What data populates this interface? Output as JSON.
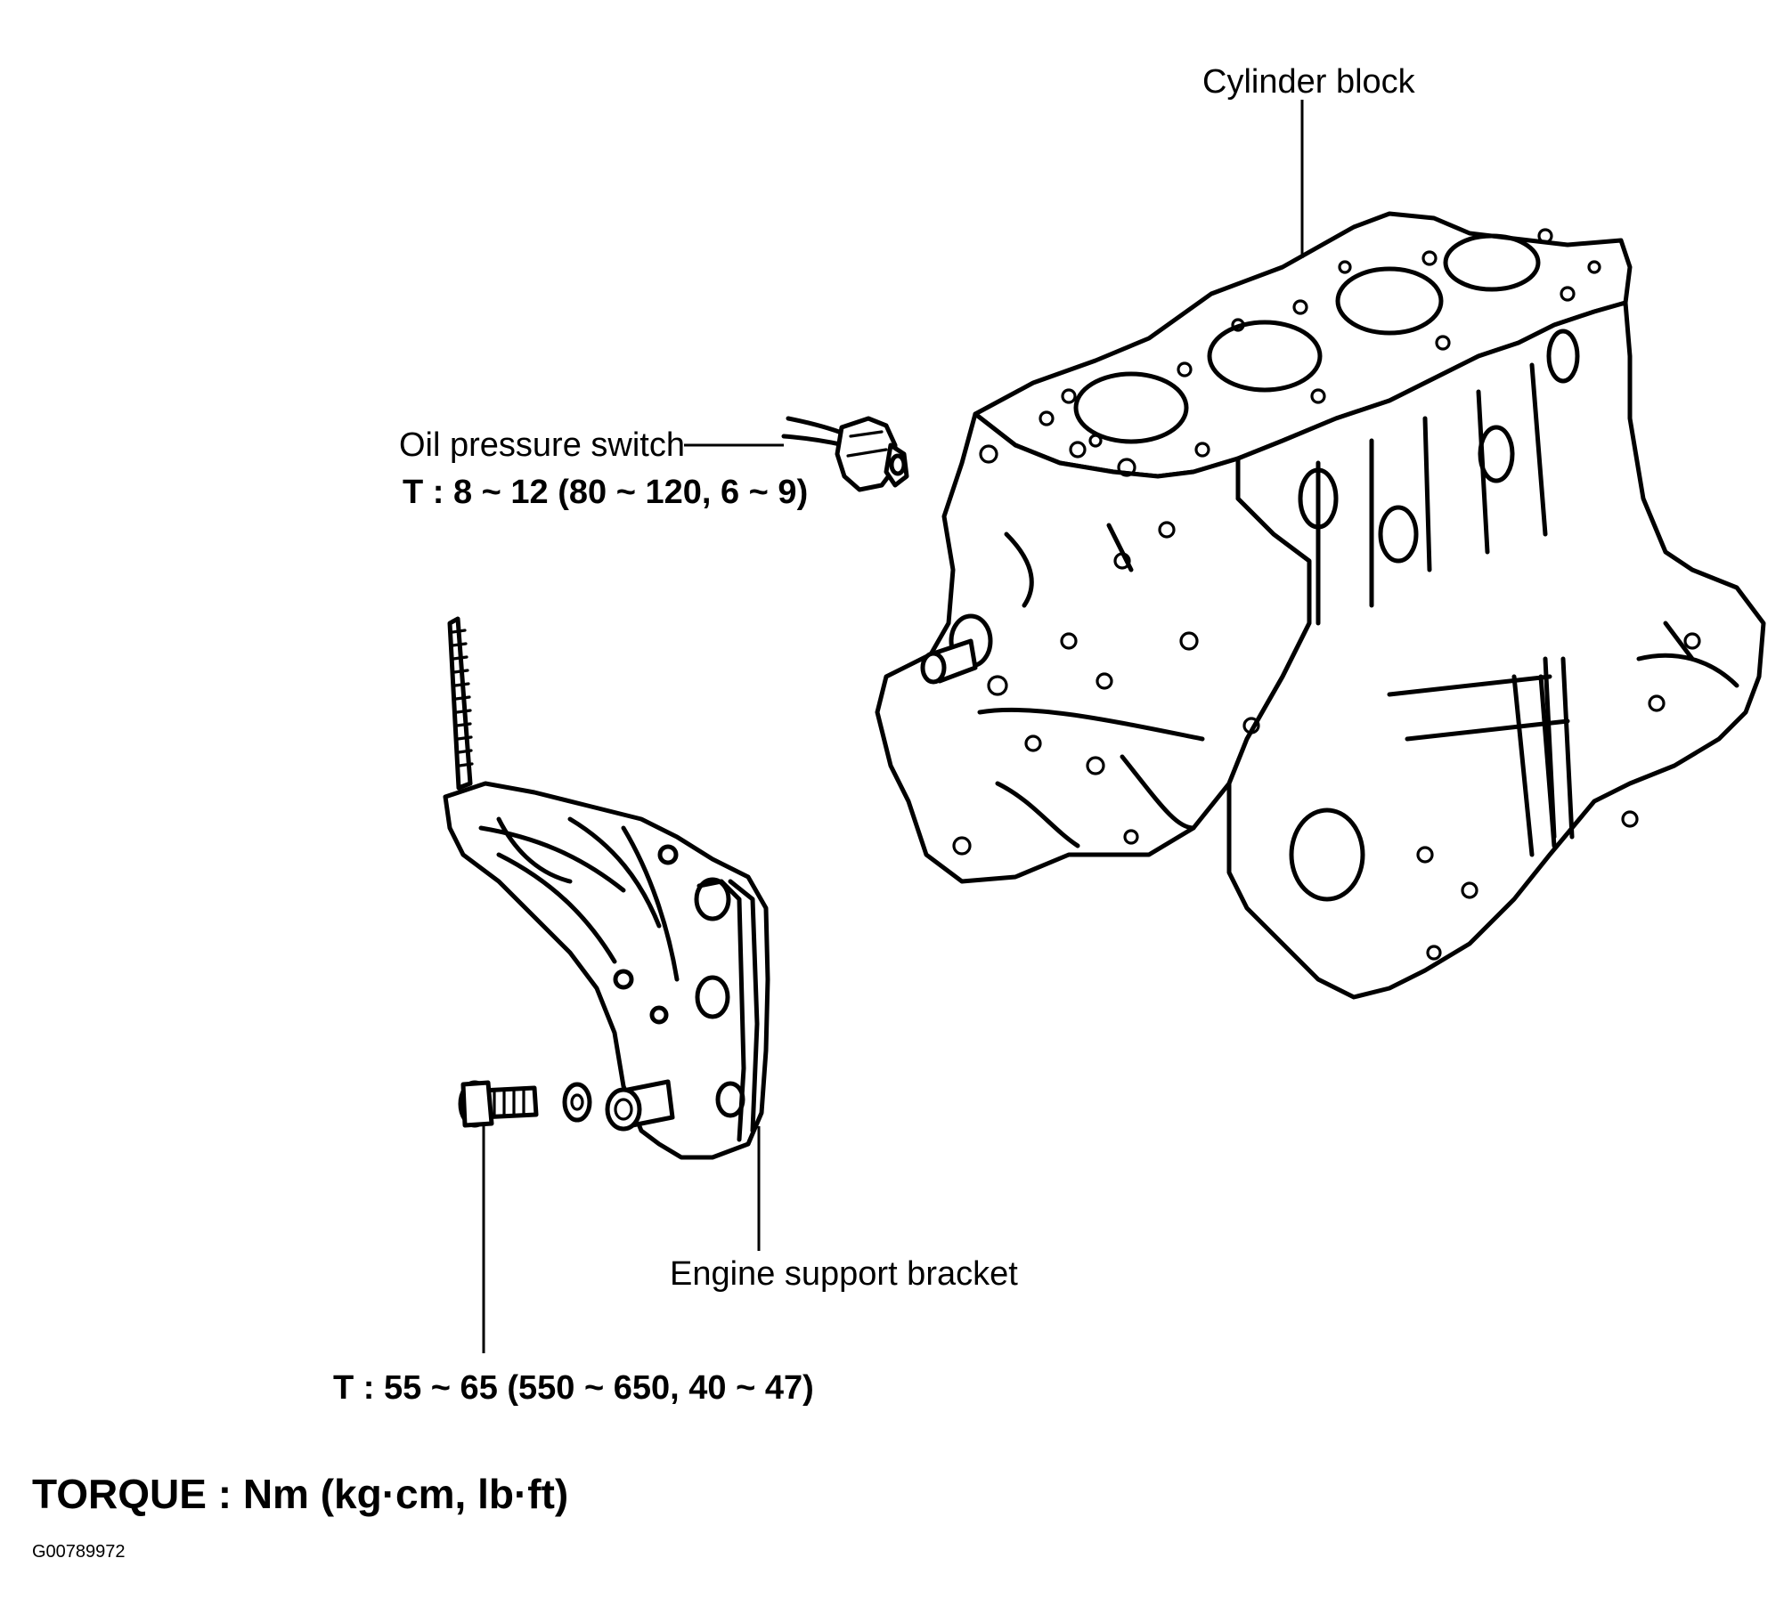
{
  "labels": {
    "cylinder_block": "Cylinder block",
    "oil_pressure_switch": "Oil pressure switch",
    "oil_pressure_switch_torque": "T : 8 ~ 12 (80 ~ 120, 6 ~ 9)",
    "engine_support_bracket": "Engine support bracket",
    "bracket_bolt_torque": "T : 55 ~ 65 (550 ~ 650, 40 ~ 47)"
  },
  "legend": {
    "torque_units": "TORQUE : Nm (kg·cm, lb·ft)"
  },
  "figure_id": "G00789972"
}
